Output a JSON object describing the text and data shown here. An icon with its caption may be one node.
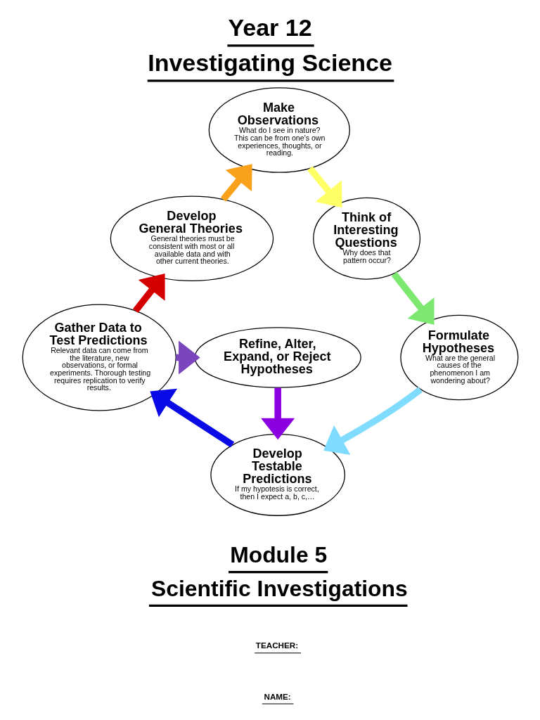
{
  "diagram": {
    "title": "Year 12 Investigating Science",
    "nodes": [
      {
        "text": [
          "Make Observations",
          "What do I see in nature? This can be from one's own experiences, thoughts, or reading."
        ]
      },
      {
        "text": [
          "Develop General Theories",
          "General theories must be consistent with most or all available data and with other current theories."
        ]
      },
      {
        "text": [
          "Think of Interesting Questions",
          "Why does that pattern occur?"
        ]
      },
      {
        "text": [
          "Refine, Alter, Expand, or Reject Hypotheses"
        ]
      },
      {
        "text": [
          "Gather Data to Test Predictions",
          "Relevant data can come from the literature, new observations, or formal experiments. Thorough testing requires replication to verify results."
        ]
      },
      {
        "text": [
          "Formulate Hypotheses",
          "What are the general causes of the phenomenon I am wondering about?"
        ]
      },
      {
        "text": [
          "Develop Testable Predictions",
          "If my hypotesis is correct, then I expect a, b, c,…"
        ]
      }
    ],
    "edges": [
      {
        "from": 0,
        "to": 2,
        "arrow": "to",
        "color": "#ffff66"
      },
      {
        "from": 2,
        "to": 5,
        "arrow": "to",
        "color": "#7ce870"
      },
      {
        "from": 5,
        "to": 6,
        "arrow": "to",
        "color": "#80dcff"
      },
      {
        "from": 6,
        "to": 4,
        "arrow": "to",
        "color": "#0a0ae6"
      },
      {
        "from": 4,
        "to": 1,
        "arrow": "to",
        "color": "#d40000"
      },
      {
        "from": 1,
        "to": 0,
        "arrow": "to",
        "color": "#f9a11b"
      },
      {
        "from": 4,
        "to": 3,
        "arrow": "to",
        "color": "#7a45bd"
      },
      {
        "from": 3,
        "to": 6,
        "arrow": "to",
        "color": "#8b00e0"
      }
    ],
    "labels": [
      "Module 5 Scientific Investigations",
      "TEACHER:",
      "NAME:"
    ]
  }
}
